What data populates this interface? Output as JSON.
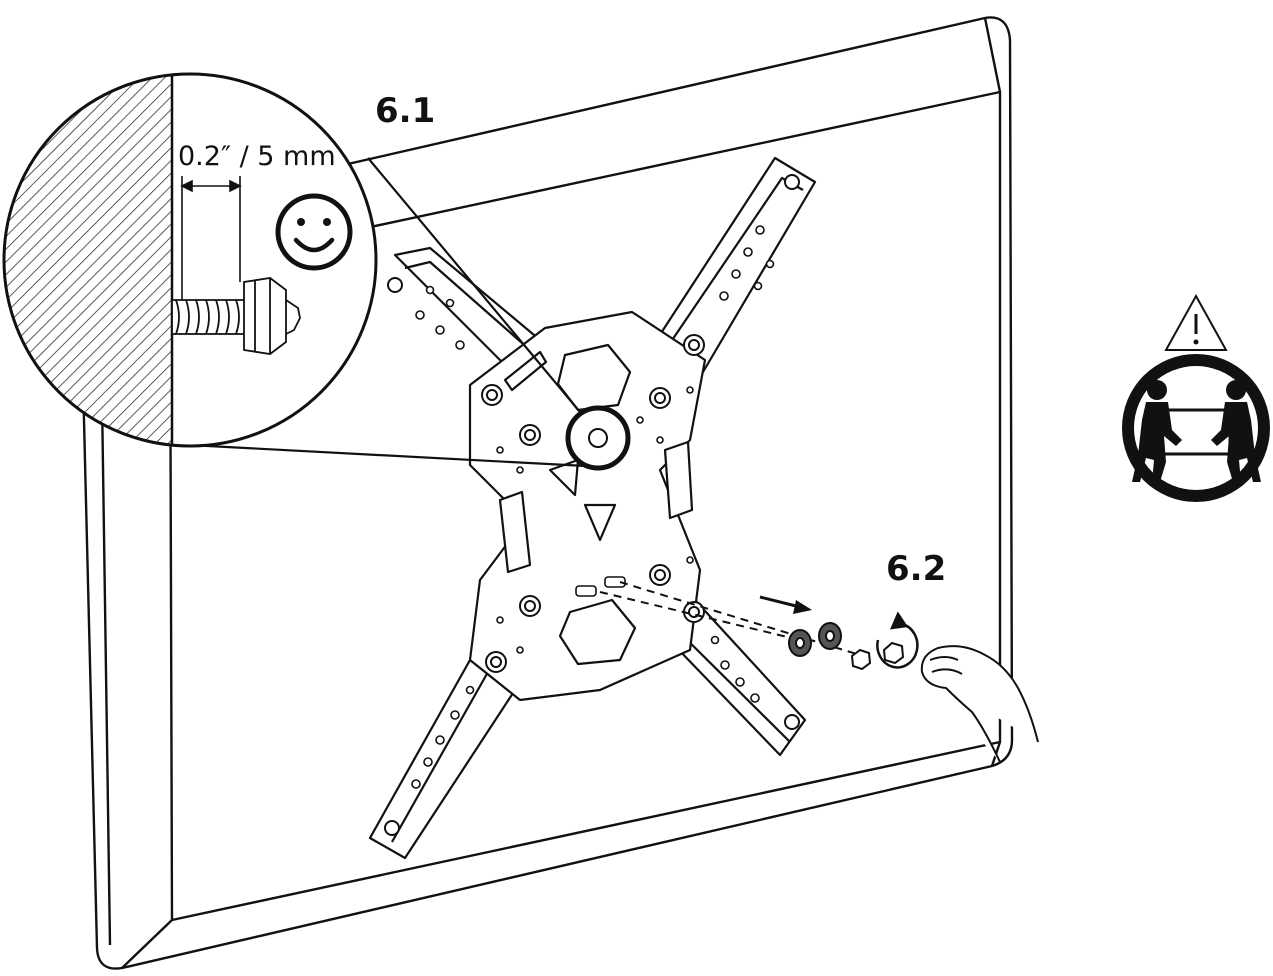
{
  "steps": {
    "step_1": "6.1",
    "step_2": "6.2"
  },
  "detail": {
    "dimension_label": "0.2″ / 5 mm"
  },
  "icons": {
    "satisfied": "smiley-face-icon",
    "warning": "warning-triangle-icon",
    "two_person_lift": "two-person-lift-icon",
    "rotate": "clockwise-rotate-arrow-icon",
    "direction": "direction-arrow-icon"
  },
  "colors": {
    "line": "#111111",
    "background": "#ffffff",
    "washer_fill": "#555555"
  }
}
